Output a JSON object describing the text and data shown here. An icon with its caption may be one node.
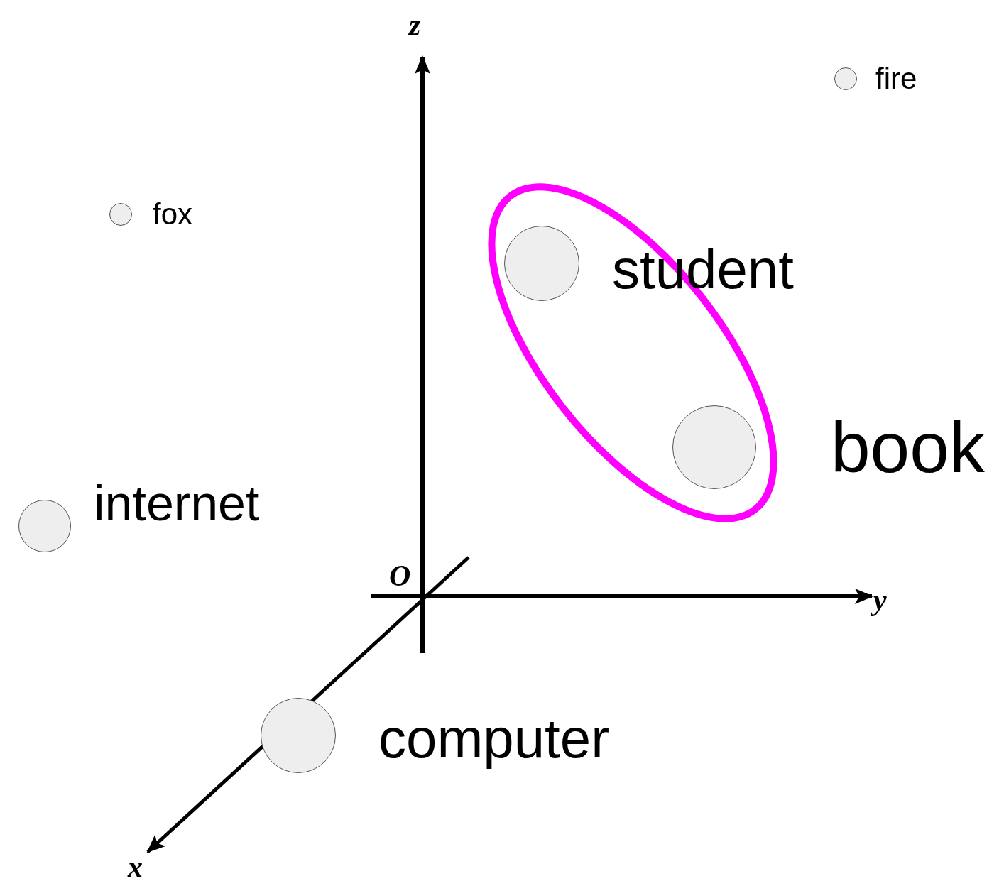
{
  "diagram": {
    "nodes": [
      {
        "text": [],
        "shape": "circle",
        "beside": [
          "fire"
        ]
      },
      {
        "text": [],
        "shape": "circle",
        "beside": [
          "fox"
        ]
      },
      {
        "text": [],
        "shape": "ellipse"
      },
      {
        "text": [],
        "shape": "circle",
        "beside": [
          "student"
        ],
        "in": 2
      },
      {
        "text": [],
        "shape": "circle",
        "beside": [
          "book"
        ],
        "in": 2
      },
      {
        "text": [],
        "shape": "circle",
        "beside": [
          "internet"
        ]
      },
      {
        "text": [],
        "shape": "circle",
        "beside": [
          "computer"
        ]
      }
    ],
    "labels": [
      "z",
      "O",
      "y",
      "x"
    ]
  }
}
